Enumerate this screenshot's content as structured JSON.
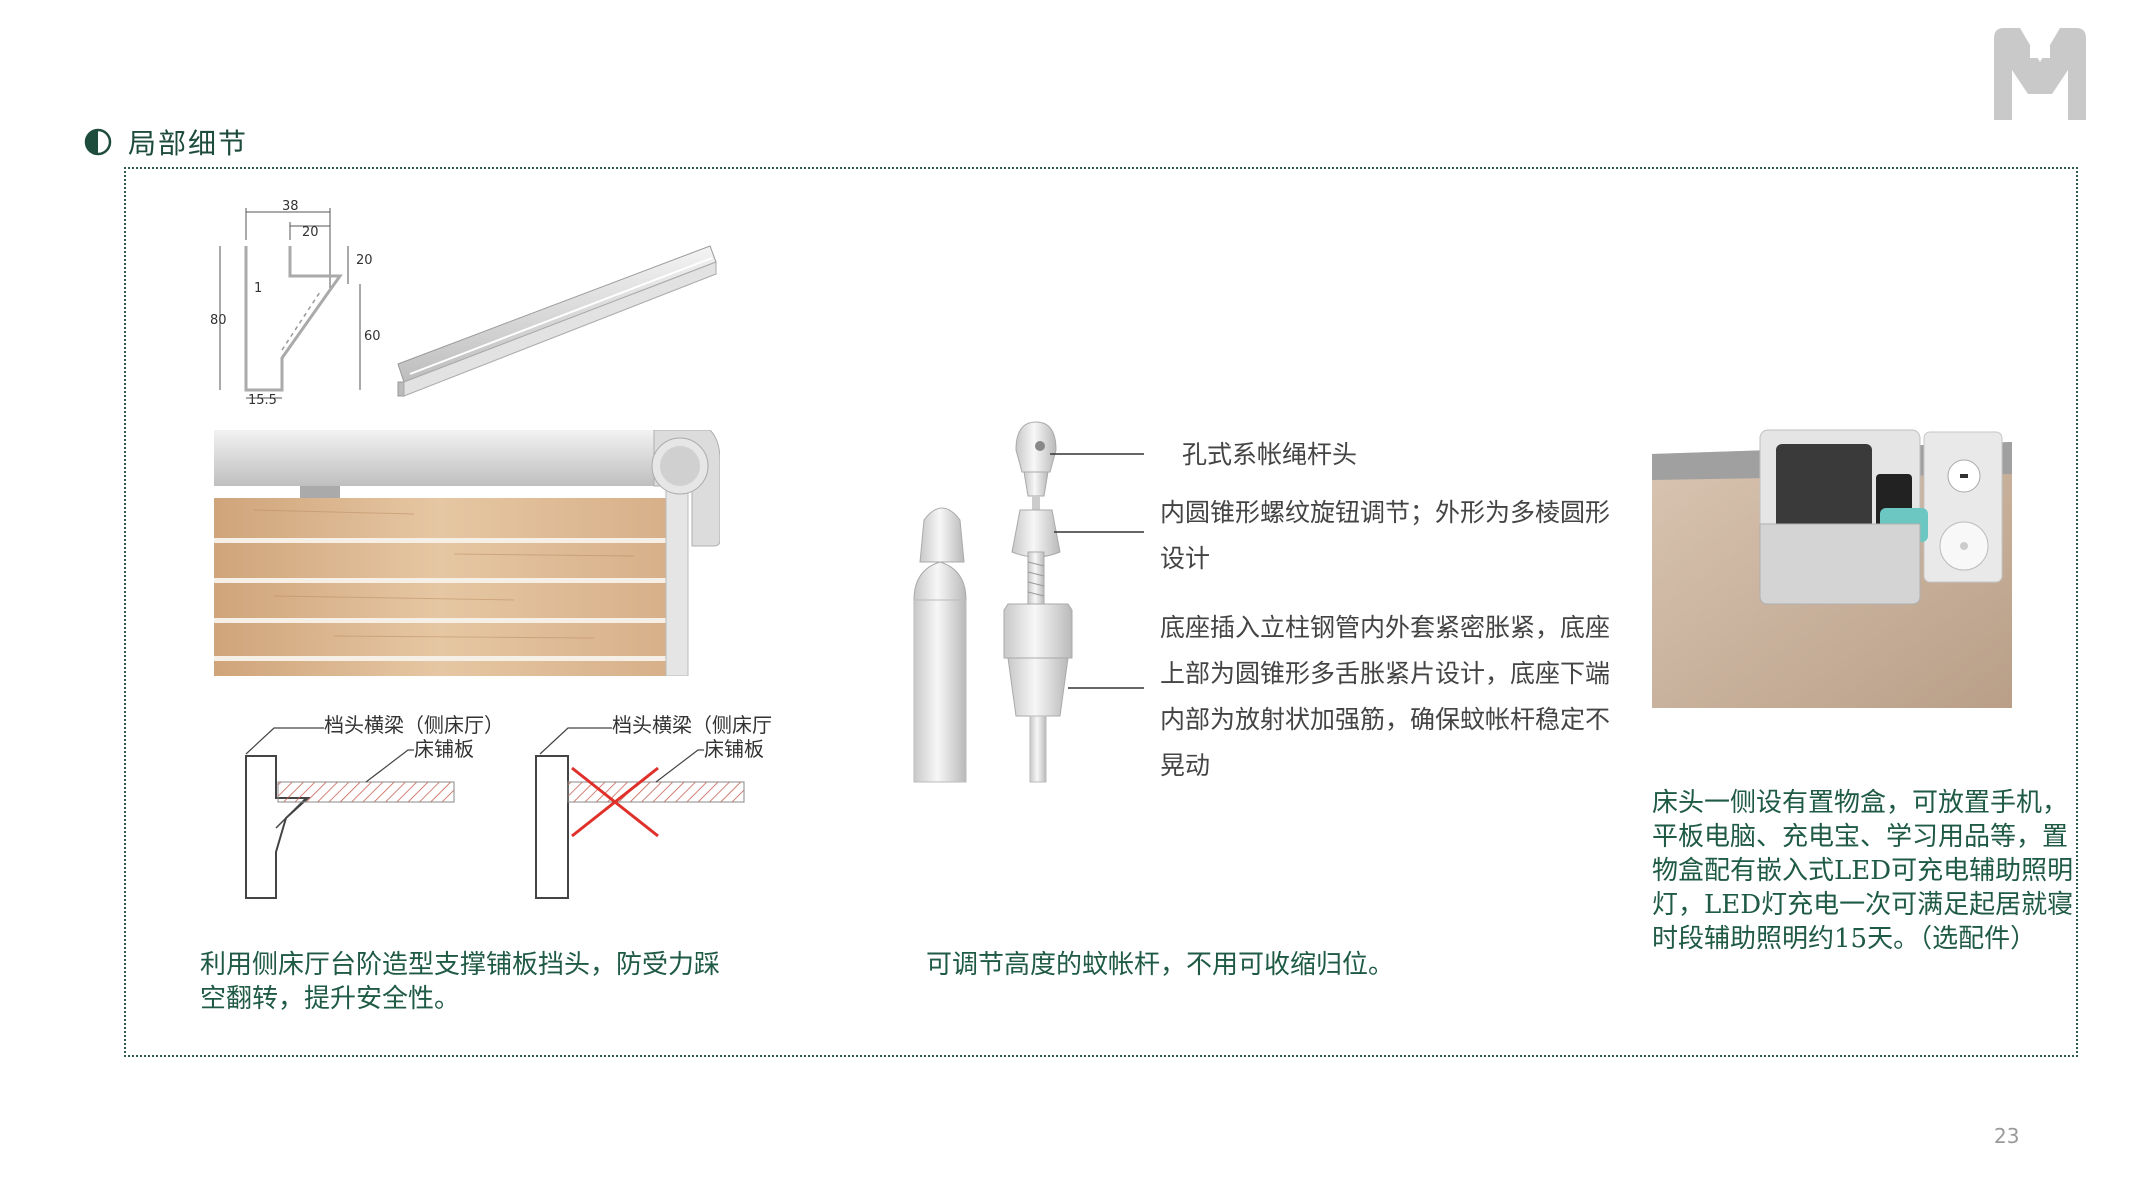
{
  "header": {
    "section_title": "局部细节",
    "logo_icon": "m-logo-icon",
    "section_icon": "half-circle-icon"
  },
  "profile_drawing": {
    "dim_38": "38",
    "dim_20_top": "20",
    "dim_20_right": "20",
    "dim_80": "80",
    "dim_60": "60",
    "dim_1": "1",
    "dim_15_5": "15.5"
  },
  "section_diagrams": {
    "left_label_beam": "档头横梁（侧床厅）",
    "left_label_board": "床铺板",
    "right_label_beam": "档头横梁（侧床厅",
    "right_label_board": "床铺板"
  },
  "captions": {
    "left": "利用侧床厅台阶造型支撑铺板挡头，防受力踩空翻转，提升安全性。",
    "middle": "可调节高度的蚊帐杆，不用可收缩归位。",
    "right": "床头一侧设有置物盒，可放置手机，平板电脑、充电宝、学习用品等，置物盒配有嵌入式LED可充电辅助照明灯，LED灯充电一次可满足起居就寝时段辅助照明约15天。（选配件）"
  },
  "mosquito_pole_labels": {
    "label1": "孔式系帐绳杆头",
    "label2": "内圆锥形螺纹旋钮调节；外形为多棱圆形设计",
    "label3": "底座插入立柱钢管内外套紧密胀紧，底座上部为圆锥形多舌胀紧片设计，底座下端内部为放射状加强筋，确保蚊帐杆稳定不晃动"
  },
  "colors": {
    "accent": "#1e4c3c",
    "caption": "#1f5a44",
    "frame": "#2f5d4a",
    "cross": "#e0302a"
  },
  "page_number": "23"
}
